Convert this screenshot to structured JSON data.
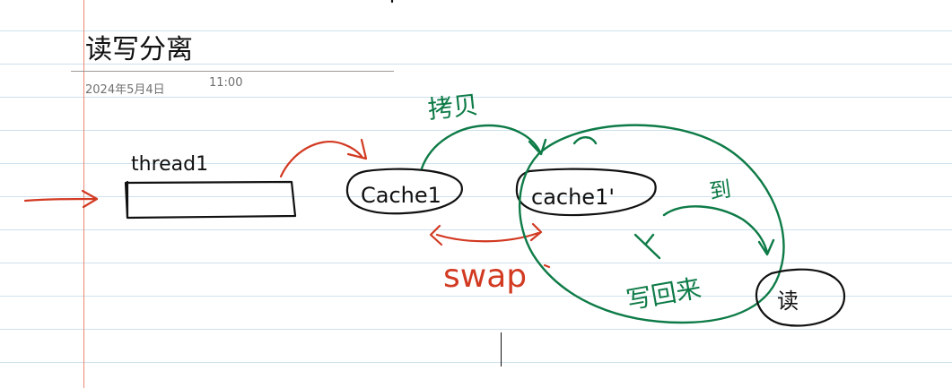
{
  "note": {
    "title": "读写分离",
    "date": "2024年5月4日",
    "time": "11:00"
  },
  "sketch": {
    "thread_label": "thread1",
    "cache1_label": "Cache1",
    "cache2_label": "cache1'",
    "copy_label": "拷贝",
    "swap_label": "swap",
    "read_label": "读",
    "write_back_label": "写回来",
    "read_to_label": "到",
    "ink_colors": {
      "black": "#111111",
      "red": "#d23a22",
      "green": "#0e7b47"
    }
  }
}
